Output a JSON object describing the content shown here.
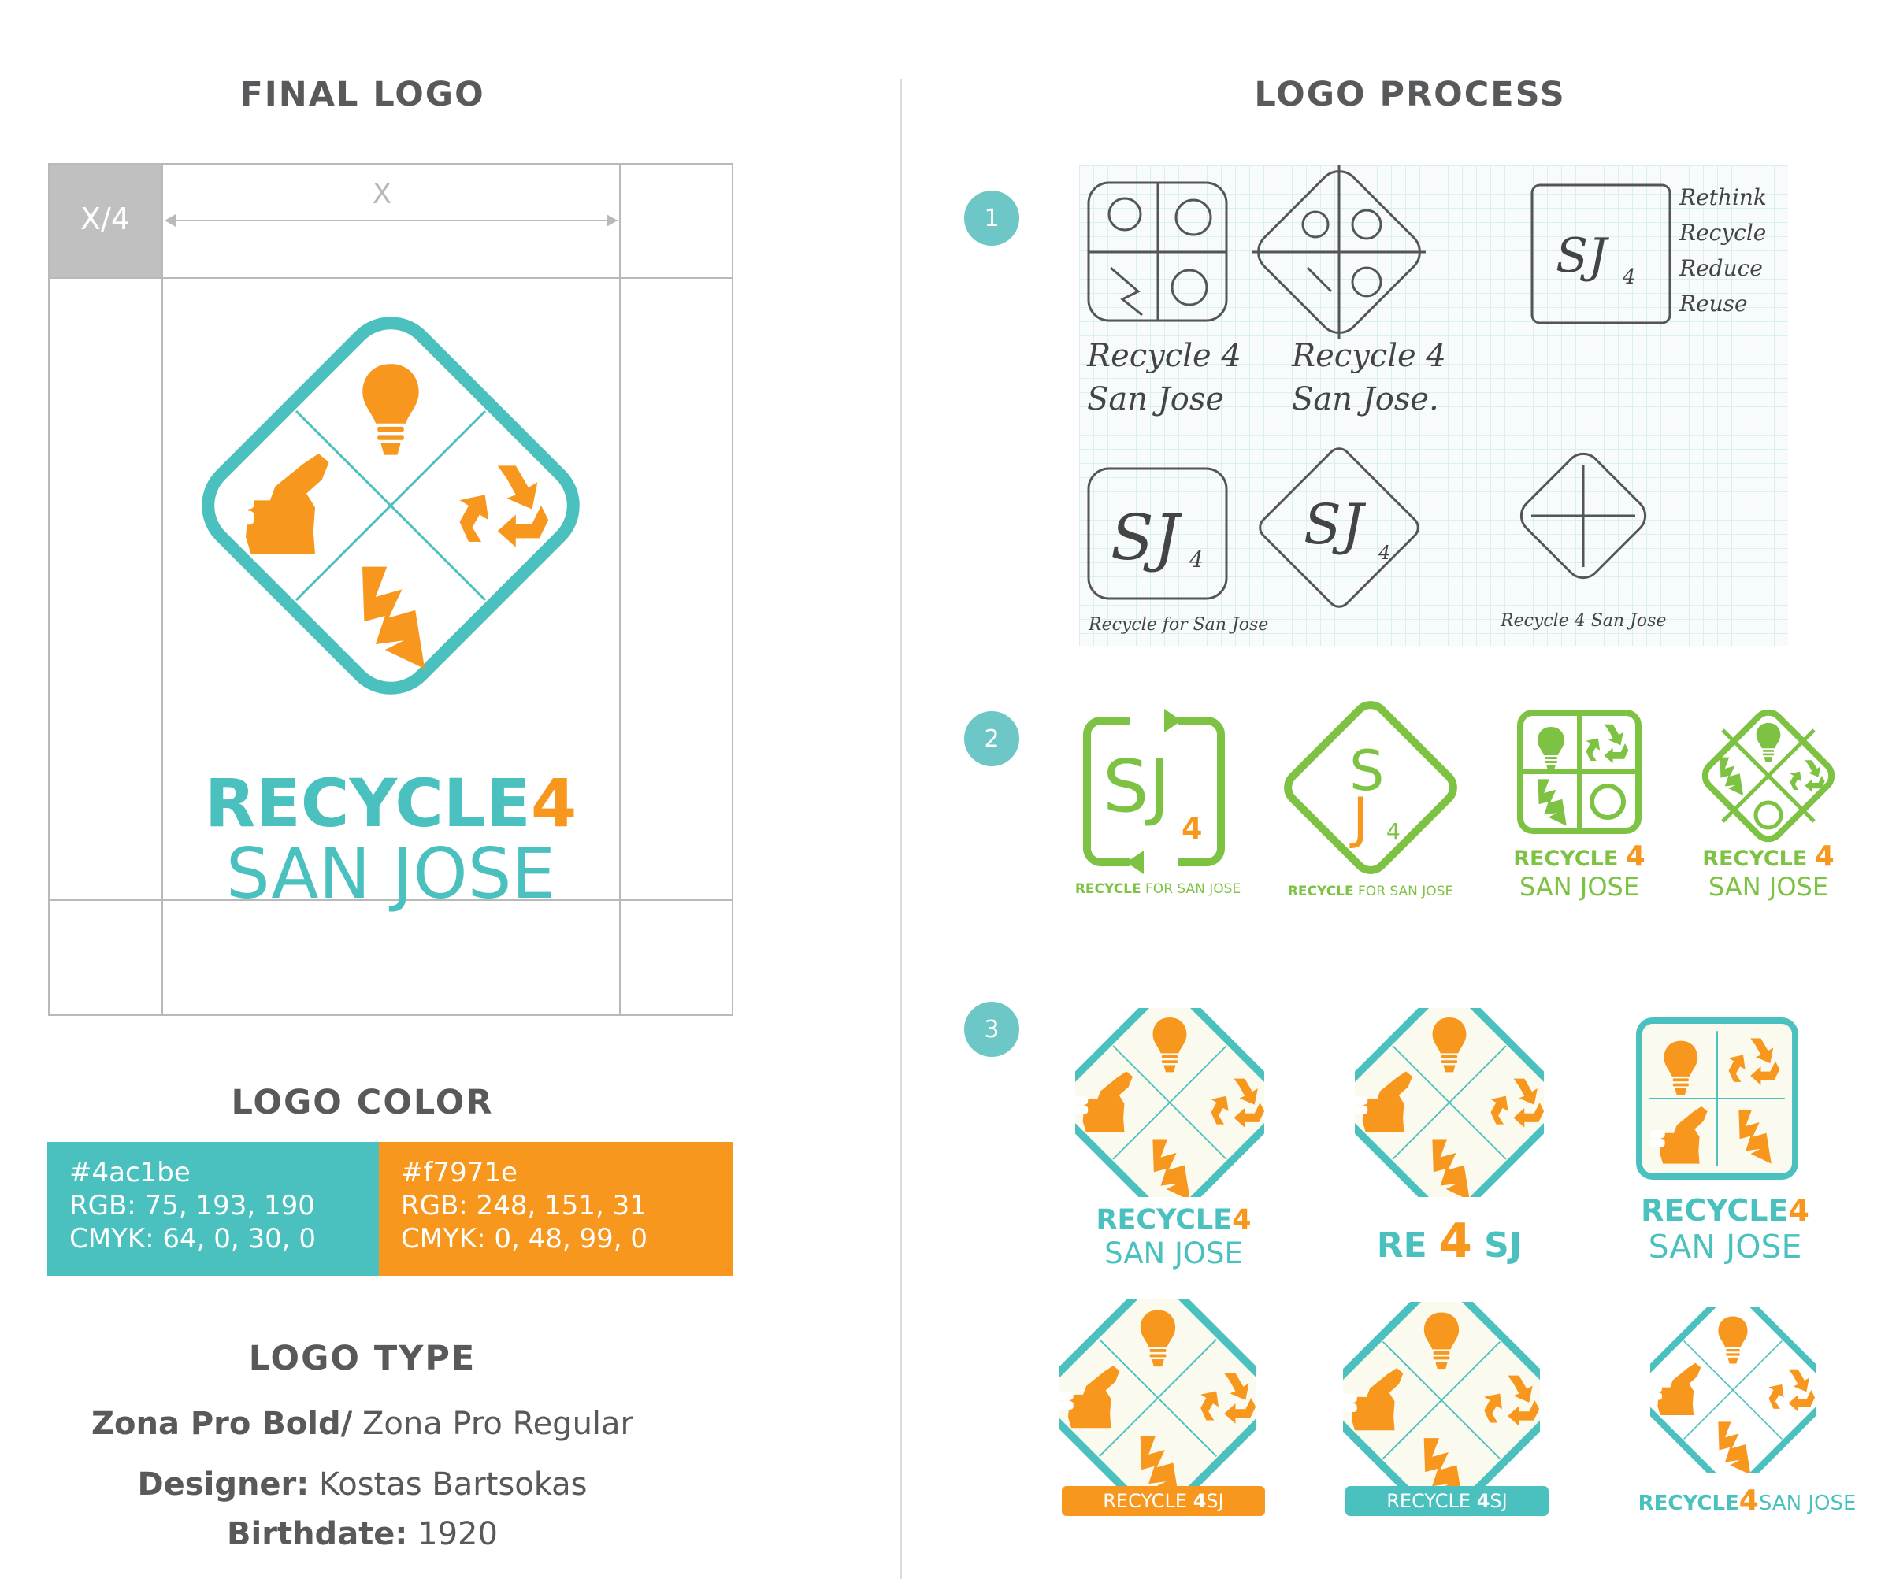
{
  "headings": {
    "final_logo": "FINAL LOGO",
    "logo_process": "LOGO PROCESS",
    "logo_color": "LOGO COLOR",
    "logo_type": "LOGO TYPE"
  },
  "grid": {
    "quarter_label": "X/4",
    "x_label": "X"
  },
  "final_logo": {
    "word1": "RECYCLE",
    "num": "4",
    "word2": "SAN JOSE"
  },
  "colors": {
    "teal": "#4ac1be",
    "orange": "#f7971e",
    "swatch1": {
      "hex": "#4ac1be",
      "rgb": "RGB: 75, 193, 190",
      "cmyk": "CMYK: 64, 0, 30, 0"
    },
    "swatch2": {
      "hex": "#f7971e",
      "rgb": "RGB: 248, 151, 31",
      "cmyk": "CMYK: 0, 48, 99, 0"
    }
  },
  "type": {
    "font_bold": "Zona Pro Bold/",
    "font_regular": " Zona Pro Regular",
    "designer_label": "Designer:",
    "designer_value": " Kostas Bartsokas",
    "birth_label": "Birthdate:",
    "birth_value": " 1920"
  },
  "steps": [
    "1",
    "2",
    "3"
  ],
  "sketch": {
    "words": [
      "Rethink",
      "Recycle",
      "Reduce",
      "Reuse"
    ],
    "cap1a": "Recycle 4",
    "cap1b": "San Jose",
    "cap2a": "Recycle 4",
    "cap2b": "San Jose.",
    "sj": "SJ",
    "num": "4",
    "cap3": "Recycle for San Jose",
    "cap4": "Recycle 4 San Jose"
  },
  "stage2": {
    "sj": "SJ",
    "s": "S",
    "j": "J",
    "num": "4",
    "cap_bold": "RECYCLE",
    "cap_light": " FOR SAN JOSE",
    "word1": "RECYCLE",
    "word2": "SAN JOSE"
  },
  "stage3": {
    "word1": "RECYCLE",
    "num": "4",
    "word2": "SAN JOSE",
    "re": "RE",
    "sj": "SJ",
    "bar_text": "RECYCLE",
    "bar_sj": " SJ"
  }
}
